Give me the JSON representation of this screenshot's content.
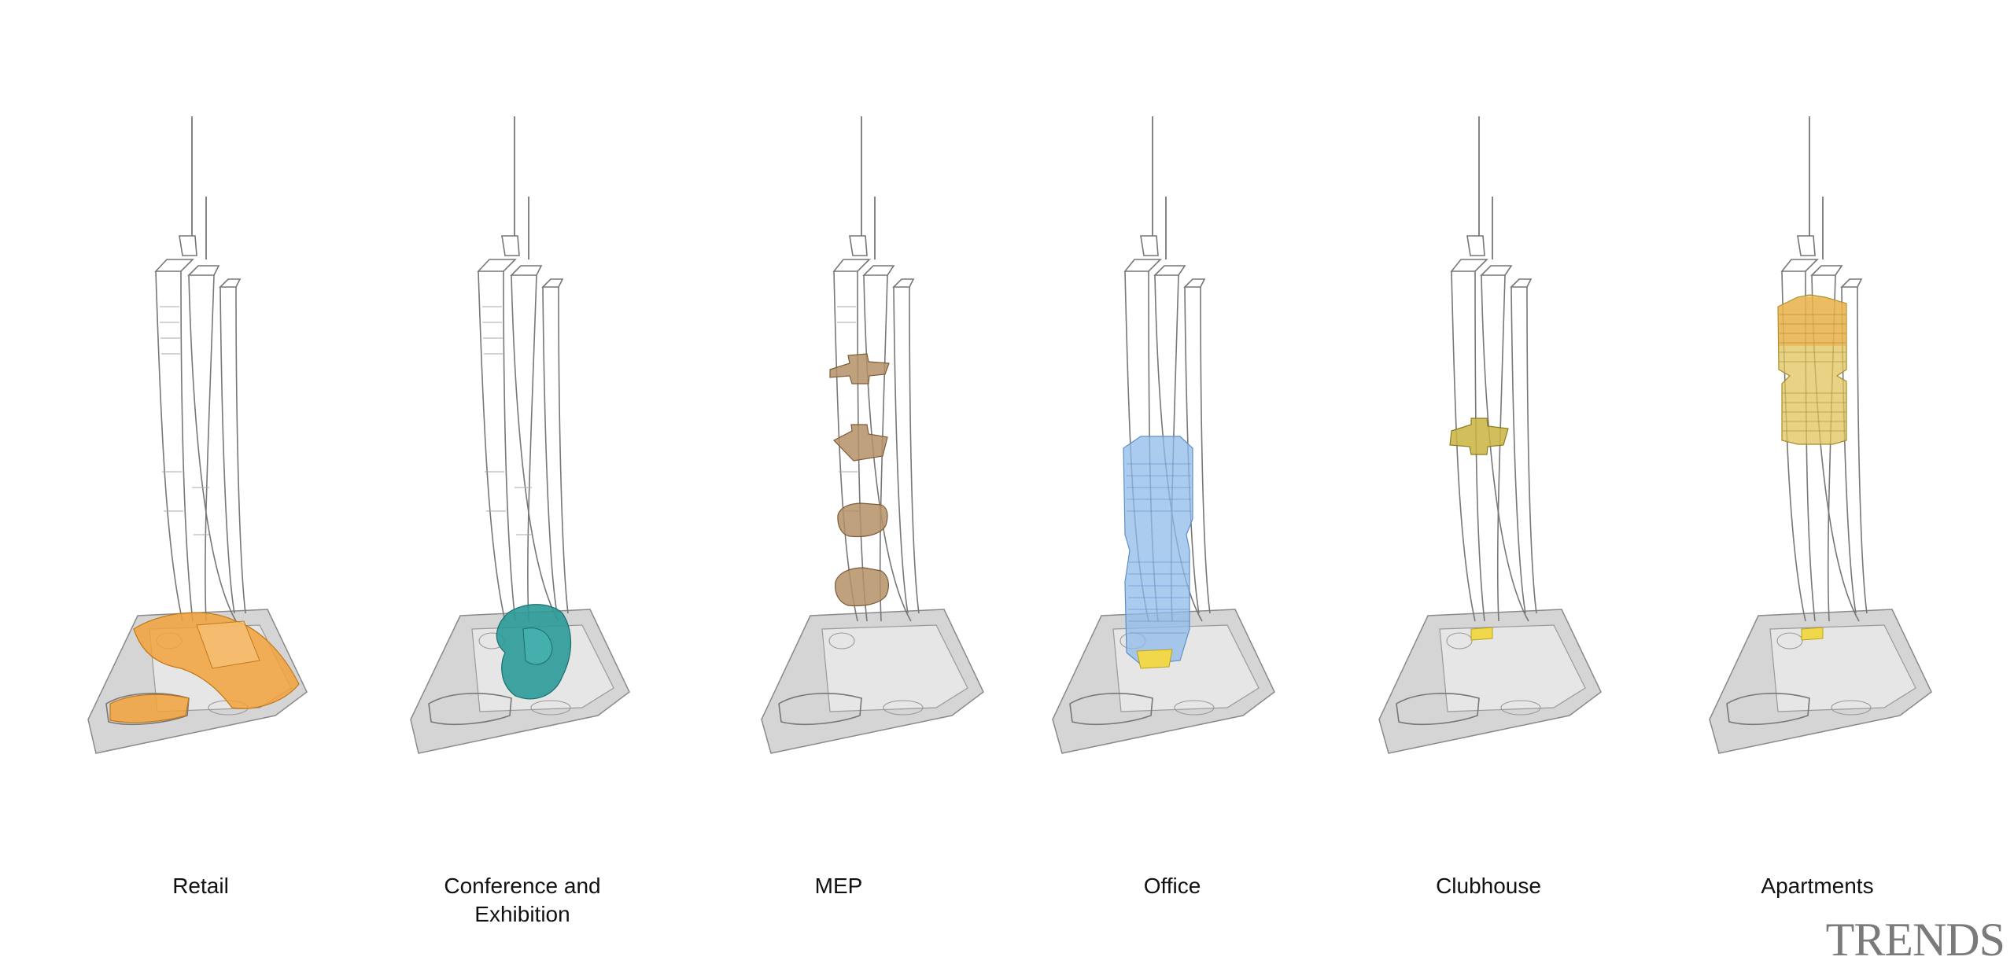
{
  "panels": [
    {
      "id": "retail",
      "label_lines": [
        "Retail"
      ],
      "highlight_color": "#f2a23c"
    },
    {
      "id": "conference",
      "label_lines": [
        "Conference and",
        "Exhibition"
      ],
      "highlight_color": "#2a9a98"
    },
    {
      "id": "mep",
      "label_lines": [
        "MEP"
      ],
      "highlight_color": "#b49066"
    },
    {
      "id": "office",
      "label_lines": [
        "Office"
      ],
      "highlight_color": "#8fb9ea"
    },
    {
      "id": "clubhouse",
      "label_lines": [
        "Clubhouse"
      ],
      "highlight_color": "#c9b440"
    },
    {
      "id": "apartments",
      "label_lines": [
        "Apartments"
      ],
      "highlight_color": "#e0c35a"
    }
  ],
  "brand": "TRENDS"
}
